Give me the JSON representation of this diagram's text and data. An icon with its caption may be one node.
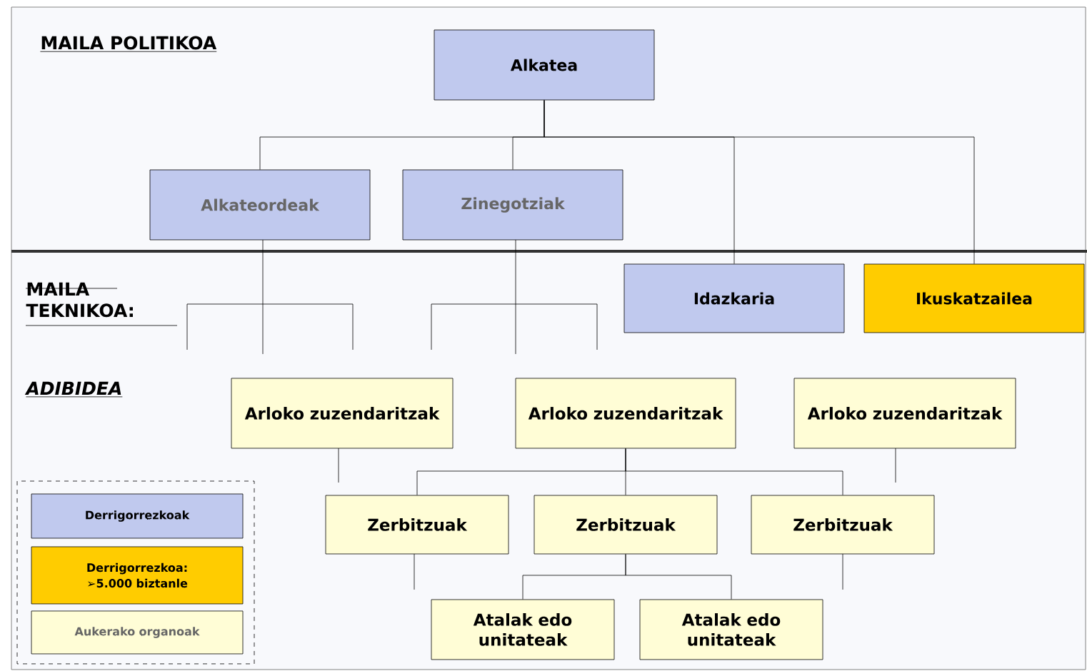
{
  "diagram": {
    "nodes": [
      {
        "text": [
          "Alkatea"
        ]
      },
      {
        "text": [
          "Alkateordeak"
        ]
      },
      {
        "text": [
          "Zinegotziak"
        ]
      },
      {
        "text": [
          "Idazkaria"
        ]
      },
      {
        "text": [
          "Ikuskatzailea"
        ]
      },
      {
        "text": [
          "Arloko zuzendaritzak"
        ]
      },
      {
        "text": [
          "Arloko zuzendaritzak"
        ]
      },
      {
        "text": [
          "Arloko zuzendaritzak"
        ]
      },
      {
        "text": [
          "Zerbitzuak"
        ]
      },
      {
        "text": [
          "Zerbitzuak"
        ]
      },
      {
        "text": [
          "Zerbitzuak"
        ]
      },
      {
        "text": [
          "Atalak edo unitateak"
        ]
      },
      {
        "text": [
          "Atalak edo unitateak"
        ]
      }
    ],
    "edges": [
      {
        "from": 0,
        "to": 1,
        "arrow": "none"
      },
      {
        "from": 0,
        "to": 2,
        "arrow": "none"
      },
      {
        "from": 0,
        "to": 3,
        "arrow": "none"
      },
      {
        "from": 0,
        "to": 4,
        "arrow": "none"
      },
      {
        "from": 6,
        "to": 8,
        "arrow": "none"
      },
      {
        "from": 6,
        "to": 9,
        "arrow": "none"
      },
      {
        "from": 6,
        "to": 10,
        "arrow": "none"
      },
      {
        "from": 9,
        "to": 11,
        "arrow": "none"
      },
      {
        "from": 9,
        "to": 12,
        "arrow": "none"
      }
    ],
    "labels": [
      "MAILA POLITIKOA",
      "MAILA TEKNIKOA:",
      "ADIBIDEA"
    ],
    "legend": [
      {
        "text": "Derrigorrezkoak",
        "color": "#c0c9ee"
      },
      {
        "text": "Derrigorrezkoa: ➢5.000 biztanle",
        "color": "#ffcc00"
      },
      {
        "text": "Aukerako organoak",
        "color": "#fffdd6"
      }
    ]
  }
}
